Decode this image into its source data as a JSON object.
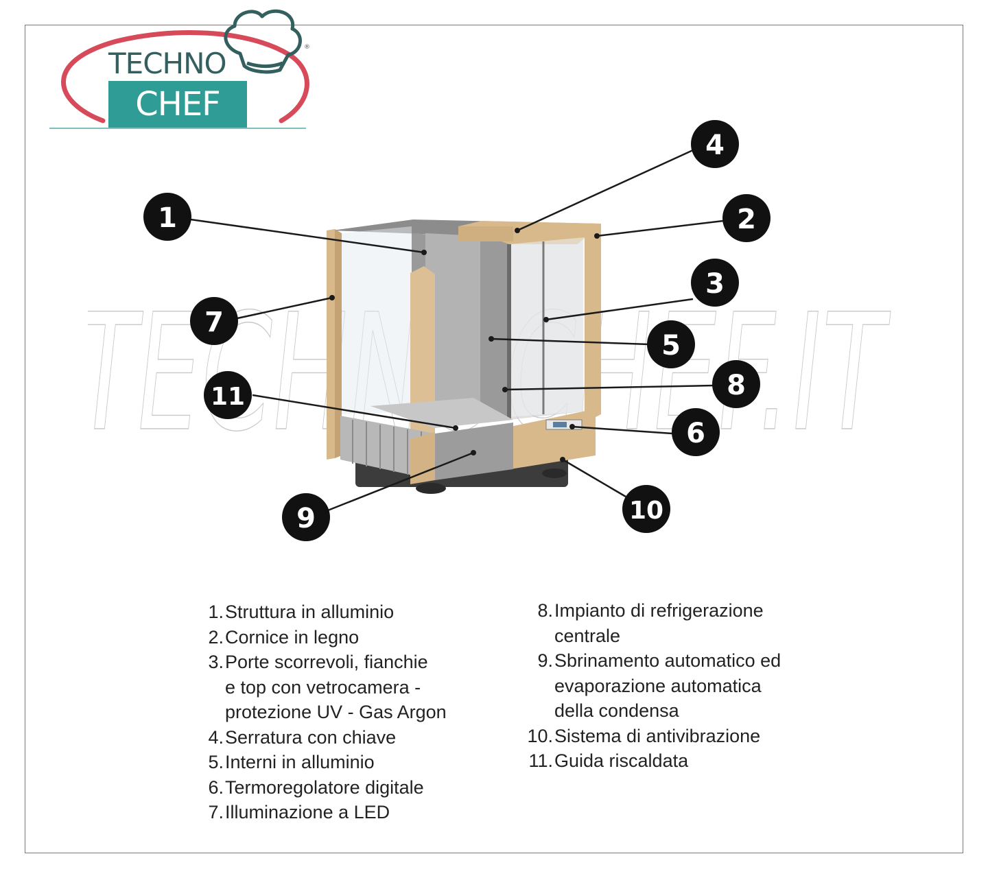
{
  "logo": {
    "line1": "TECHNO",
    "line2": "CHEF",
    "registered": "®"
  },
  "watermark": "TECHNOCHEF.IT",
  "callouts": [
    "1",
    "2",
    "3",
    "4",
    "5",
    "6",
    "7",
    "8",
    "9",
    "10",
    "11"
  ],
  "legend_left": [
    {
      "num": "1.",
      "lines": [
        "Struttura in alluminio"
      ]
    },
    {
      "num": "2.",
      "lines": [
        "Cornice in legno"
      ]
    },
    {
      "num": "3.",
      "lines": [
        "Porte scorrevoli, fianchie",
        "e top con vetrocamera -",
        "protezione UV - Gas Argon"
      ]
    },
    {
      "num": "4.",
      "lines": [
        "Serratura con chiave"
      ]
    },
    {
      "num": "5.",
      "lines": [
        "Interni in alluminio"
      ]
    },
    {
      "num": "6.",
      "lines": [
        "Termoregolatore digitale"
      ]
    },
    {
      "num": "7.",
      "lines": [
        "Illuminazione a LED"
      ]
    }
  ],
  "legend_right": [
    {
      "num": "8.",
      "lines": [
        "Impianto di refrigerazione",
        "centrale"
      ]
    },
    {
      "num": "9.",
      "lines": [
        "Sbrinamento automatico ed",
        "evaporazione automatica",
        "della condensa"
      ]
    },
    {
      "num": "10.",
      "lines": [
        "Sistema di antivibrazione"
      ]
    },
    {
      "num": "11.",
      "lines": [
        "Guida riscaldata"
      ]
    }
  ],
  "colors": {
    "logo_teal": "#2f9c95",
    "logo_text": "#33605e",
    "logo_swoosh": "#d64a5a",
    "wood": "#d8b98c",
    "steel": "#a9a9a9",
    "badge": "#111111"
  }
}
